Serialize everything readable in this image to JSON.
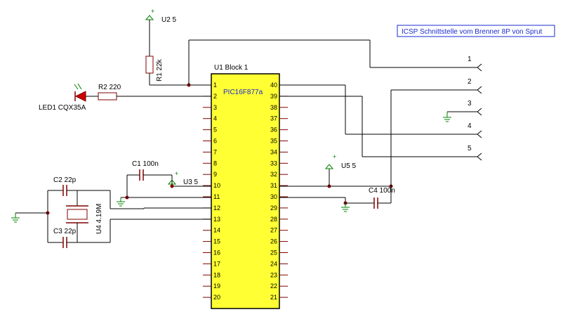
{
  "title_box": {
    "text": "ICSP Schnittstelle vom Brenner 8P von Sprut",
    "color": "#1a2bd0"
  },
  "colors": {
    "wire": "#000000",
    "component": "#800000",
    "chip_fill": "#ffff33",
    "power": "#008000",
    "background": "#ffffff"
  },
  "ic": {
    "designator": "U1 Block 1",
    "part": "PIC16F877a",
    "left_pins": [
      "1",
      "2",
      "3",
      "4",
      "5",
      "6",
      "7",
      "8",
      "9",
      "10",
      "11",
      "12",
      "13",
      "14",
      "15",
      "16",
      "17",
      "18",
      "19",
      "20"
    ],
    "right_pins": [
      "40",
      "39",
      "38",
      "37",
      "36",
      "35",
      "34",
      "33",
      "32",
      "31",
      "30",
      "29",
      "28",
      "27",
      "26",
      "25",
      "24",
      "23",
      "22",
      "21"
    ]
  },
  "components": {
    "u2": {
      "label": "U2 5",
      "symbol": "+"
    },
    "r1": {
      "label": "R1 22k"
    },
    "r2": {
      "label": "R2 220"
    },
    "led1": {
      "label": "LED1 CQX35A"
    },
    "c1": {
      "label": "C1 100n"
    },
    "u3": {
      "label": "U3 5",
      "symbol": "+"
    },
    "c2": {
      "label": "C2 22p"
    },
    "c3": {
      "label": "C3 22p"
    },
    "u4": {
      "label": "U4 4.19M"
    },
    "u5": {
      "label": "U5 5",
      "symbol": "+"
    },
    "c4": {
      "label": "C4 100n"
    }
  },
  "connector": {
    "pins": [
      "1",
      "2",
      "3",
      "4",
      "5"
    ]
  }
}
